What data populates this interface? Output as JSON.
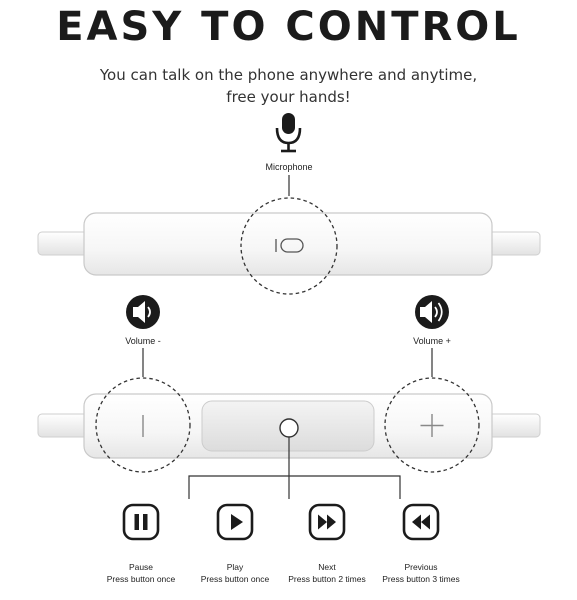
{
  "headline": "EASY TO CONTROL",
  "tagline_line1": "You can talk on the phone anywhere and anytime,",
  "tagline_line2": "free your hands!",
  "microphone": {
    "label": "Microphone",
    "icon": "microphone-icon"
  },
  "volume_down": {
    "label": "Volume -",
    "icon": "speaker-low-icon"
  },
  "volume_up": {
    "label": "Volume +",
    "icon": "speaker-high-icon"
  },
  "controls": [
    {
      "icon": "pause-icon",
      "title": "Pause",
      "instruction": "Press button once"
    },
    {
      "icon": "play-icon",
      "title": "Play",
      "instruction": "Press button once"
    },
    {
      "icon": "next-icon",
      "title": "Next",
      "instruction": "Press button 2 times"
    },
    {
      "icon": "previous-icon",
      "title": "Previous",
      "instruction": "Press button 3 times"
    }
  ],
  "colors": {
    "ink": "#1b1b1b",
    "remote_body": "#f7f7f7",
    "remote_outline": "#c9c9c9"
  }
}
